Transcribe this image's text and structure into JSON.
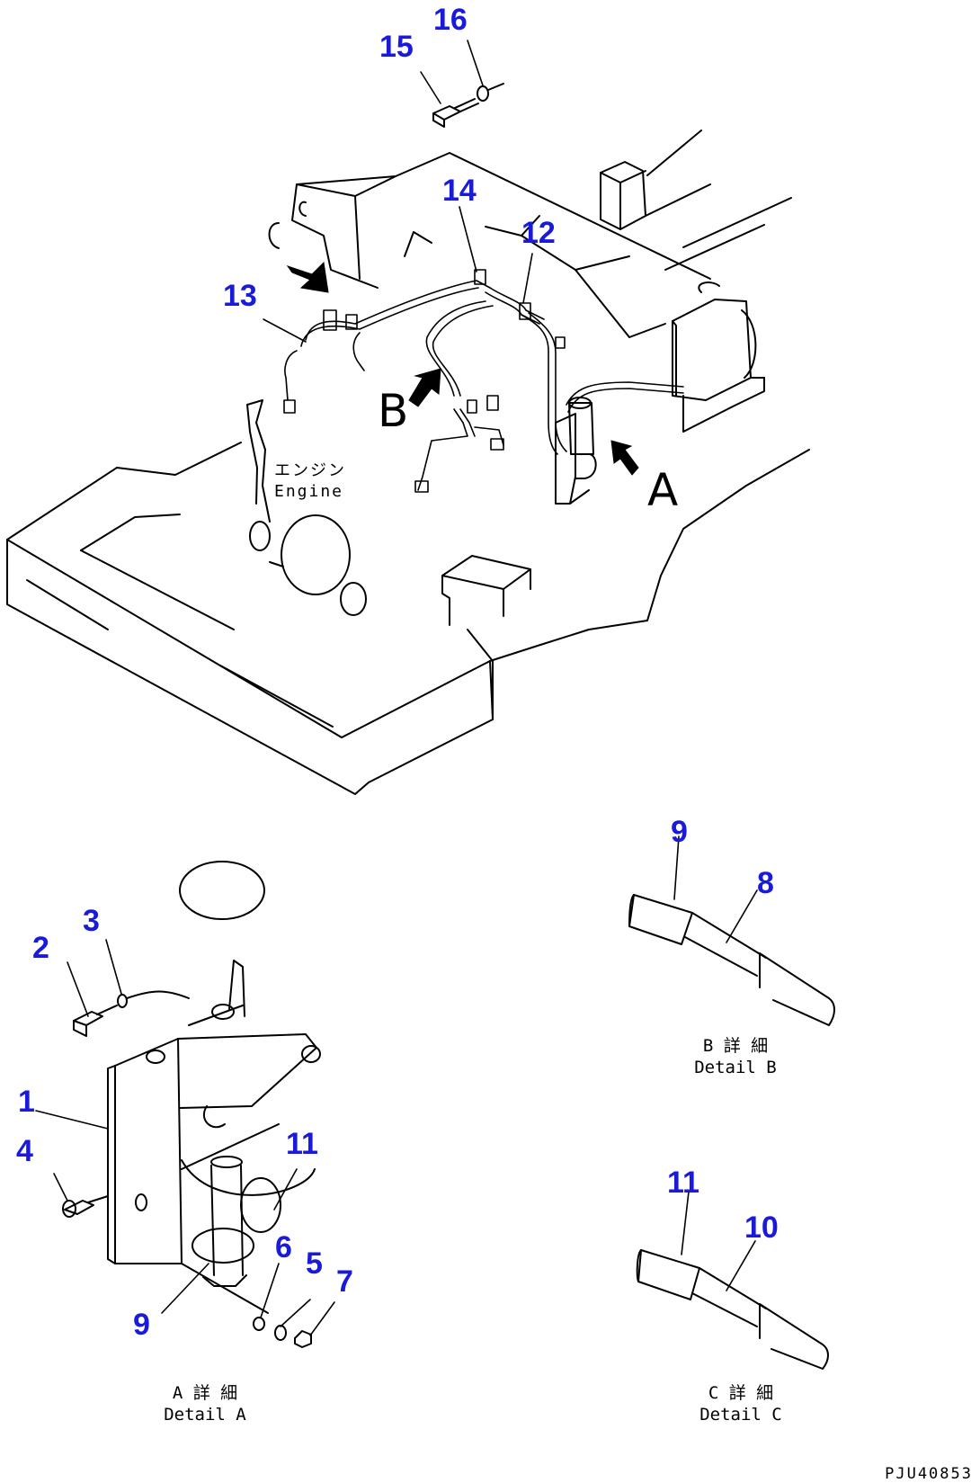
{
  "callouts": {
    "c1": "1",
    "c2": "2",
    "c3": "3",
    "c4": "4",
    "c5": "5",
    "c6": "6",
    "c7": "7",
    "c8": "8",
    "c9a": "9",
    "c9b": "9",
    "c10": "10",
    "c11a": "11",
    "c11b": "11",
    "c12": "12",
    "c13": "13",
    "c14": "14",
    "c15": "15",
    "c16": "16"
  },
  "views": {
    "a": "A",
    "b": "B"
  },
  "engine_label": {
    "jp": "エンジン",
    "en": "Engine"
  },
  "details": {
    "a": {
      "jp": "A 詳 細",
      "en": "Detail A"
    },
    "b": {
      "jp": "B 詳 細",
      "en": "Detail B"
    },
    "c": {
      "jp": "C 詳 細",
      "en": "Detail C"
    }
  },
  "doc_number": "PJU40853"
}
